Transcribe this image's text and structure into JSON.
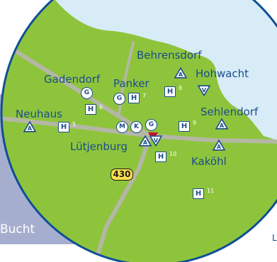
{
  "map": {
    "colors": {
      "land": "#8ec43c",
      "sea": "#d7ecf7",
      "side_panel": "#a6aed0",
      "road": "#b4b7a4",
      "ring": "#0f4f96",
      "label": "#1a4d8c",
      "pin": "#c8102e",
      "shield": "#ffe24a"
    },
    "labels": {
      "behrensdorf": "Behrensdorf",
      "hohwacht": "Hohwacht",
      "gadendorf": "Gadendorf",
      "panker": "Panker",
      "neuhaus": "Neuhaus",
      "sehlendorf": "Sehlendorf",
      "luetjenburg": "Lütjenburg",
      "kakoehl": "Kaköhl",
      "bucht": "Bucht",
      "edge_l": "L"
    },
    "hotels": [
      {
        "id": "h5",
        "letter": "H",
        "num": "5"
      },
      {
        "id": "h6",
        "letter": "H",
        "num": "6"
      },
      {
        "id": "h7",
        "letter": "H",
        "num": "7"
      },
      {
        "id": "h8",
        "letter": "H",
        "num": "8"
      },
      {
        "id": "h9",
        "letter": "H",
        "num": "9"
      },
      {
        "id": "h10",
        "letter": "H",
        "num": "10"
      },
      {
        "id": "h11",
        "letter": "H",
        "num": "11"
      }
    ],
    "circles": {
      "g1": "G",
      "g2": "G",
      "g3": "G",
      "m": "M",
      "k": "K"
    },
    "triangles": {
      "a_up": "A",
      "v_down": "V"
    },
    "road_shield": "430",
    "icons": [
      "hotel-marker",
      "campsite-triangle",
      "circle-marker",
      "location-pin"
    ]
  }
}
